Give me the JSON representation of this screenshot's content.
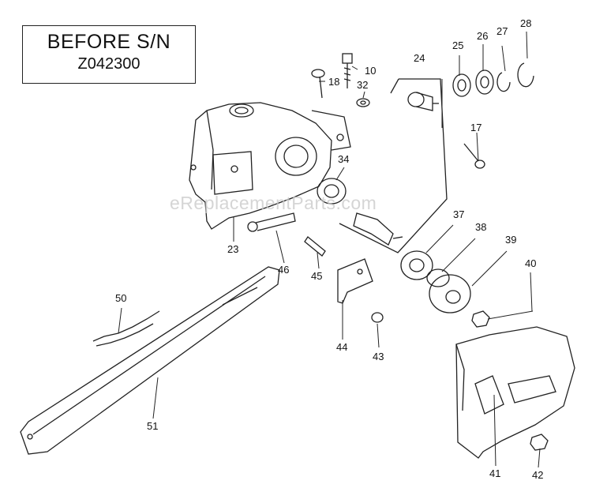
{
  "serial_box": {
    "line1": "BEFORE S/N",
    "line2": "Z042300"
  },
  "watermark": "eReplacementParts.com",
  "callouts": {
    "p10": "10",
    "p17": "17",
    "p18": "18",
    "p23": "23",
    "p24": "24",
    "p25": "25",
    "p26": "26",
    "p27": "27",
    "p28": "28",
    "p32": "32",
    "p34": "34",
    "p37": "37",
    "p38": "38",
    "p39": "39",
    "p40": "40",
    "p41": "41",
    "p42": "42",
    "p43": "43",
    "p44": "44",
    "p45": "45",
    "p46": "46",
    "p50": "50",
    "p51": "51"
  }
}
